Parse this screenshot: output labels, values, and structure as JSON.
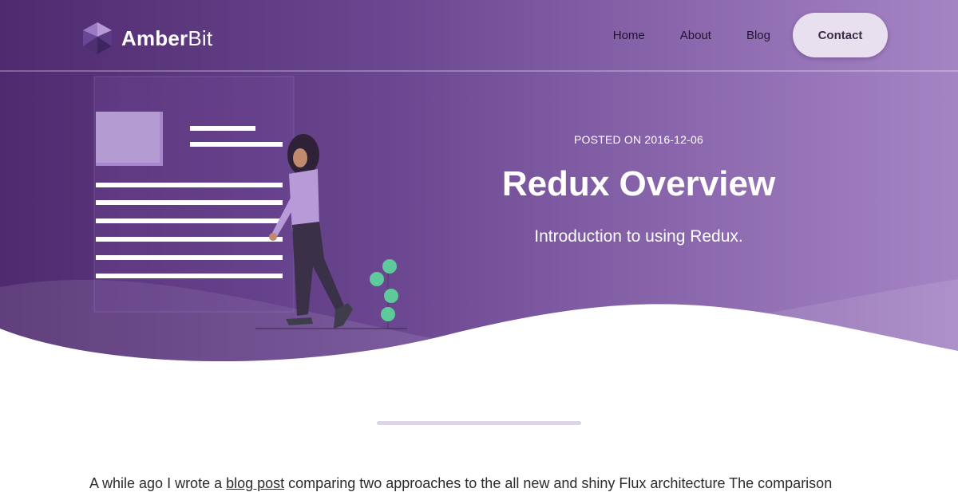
{
  "brand": {
    "name_bold": "Amber",
    "name_light": "Bit",
    "logo_icon": "hexagon-gem-icon",
    "colors": {
      "hero_start": "#4f2a6e",
      "hero_end": "#a584c4",
      "contact_bg": "#e8e0ee",
      "plant": "#5ec99a"
    }
  },
  "nav": {
    "home": "Home",
    "about": "About",
    "blog": "Blog",
    "contact": "Contact"
  },
  "post": {
    "posted_label": "POSTED ON 2016-12-06",
    "title": "Redux Overview",
    "subtitle": "Introduction to using Redux."
  },
  "article": {
    "intro_before_link": "A while ago I wrote a ",
    "link_text": "blog post",
    "intro_after_link": " comparing two approaches to the all new and shiny Flux architecture The comparison"
  }
}
